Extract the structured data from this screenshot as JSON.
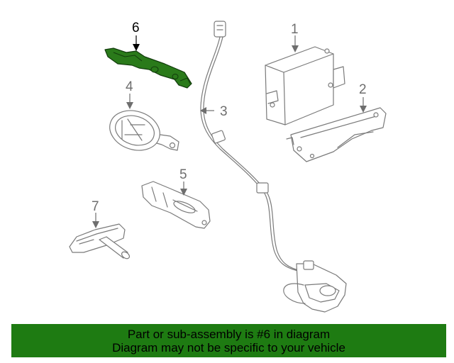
{
  "diagram": {
    "highlight_color": "#2a7a1a",
    "callouts": {
      "c1": "1",
      "c2": "2",
      "c3": "3",
      "c4": "4",
      "c5": "5",
      "c6": "6",
      "c7": "7"
    },
    "highlighted_callout": "6"
  },
  "banner": {
    "line1": "Part or sub-assembly is #6 in diagram",
    "line2": "Diagram may not be specific to your vehicle",
    "background_color": "#1e7b12"
  }
}
